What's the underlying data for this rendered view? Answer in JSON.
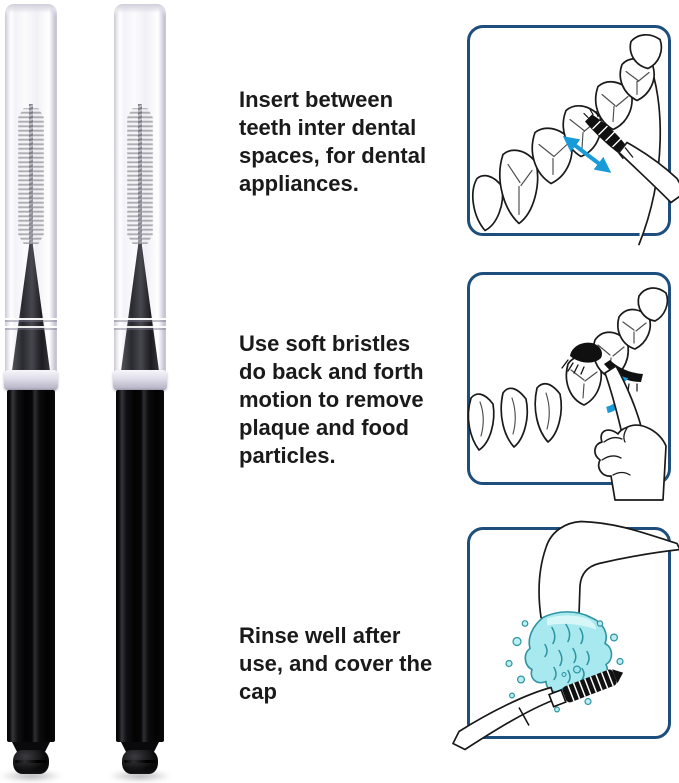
{
  "page": {
    "background": "#ffffff",
    "description": "interdental brush usage infographic"
  },
  "colors": {
    "panel_border": "#1e4e7c",
    "arrow_blue": "#199ad9",
    "water_fill": "#a7e9ee",
    "water_stroke": "#2e93a2",
    "line_ink": "#1a1a1a",
    "text": "#1a1a1a",
    "brush_handle": "#0a0a0c"
  },
  "product": {
    "brushes": [
      {
        "name": "interdental brush with clear cap",
        "handle_color": "#0a0a0c"
      },
      {
        "name": "interdental brush with clear cap",
        "handle_color": "#0a0a0c"
      }
    ]
  },
  "steps": [
    {
      "text": "Insert between\nteeth inter dental\nspaces, for dental\nappliances.",
      "illustration": "brush-inserted-between-teeth-with-double-arrow"
    },
    {
      "text": "Use soft bristles\ndo back and forth\nmotion to remove\nplaque and food\nparticles.",
      "illustration": "brush-back-and-forth-motion-on-teeth-with-curved-arrow"
    },
    {
      "text": "Rinse well after\nuse, and cover the\ncap",
      "illustration": "brush-rinsed-under-running-faucet"
    }
  ]
}
